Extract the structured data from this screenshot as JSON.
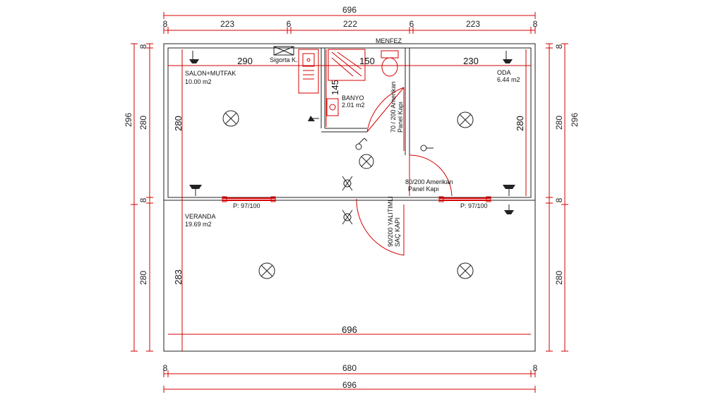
{
  "dimensions": {
    "top_total": "696",
    "top_segments": [
      "8",
      "223",
      "6",
      "222",
      "6",
      "223",
      "8"
    ],
    "bottom_segments": [
      "8",
      "680",
      "8"
    ],
    "bottom_total": "696",
    "left_total": "296",
    "left_upper": "280",
    "left_wall": "8",
    "left_lower": "280",
    "right_total": "296",
    "right_upper": "280",
    "right_wall_top": "8",
    "right_wall_mid": "8",
    "right_lower": "280"
  },
  "inner_dims": {
    "salon_width": "290",
    "salon_height": "280",
    "banyo_width": "150",
    "banyo_height": "145",
    "oda_width": "230",
    "oda_height": "280",
    "veranda_height": "283",
    "veranda_width": "696"
  },
  "rooms": {
    "salon_name": "SALON+MUTFAK",
    "salon_area": "10.00 m2",
    "banyo_name": "BANYO",
    "banyo_area": "2.01 m2",
    "oda_name": "ODA",
    "oda_area": "6.44 m2",
    "veranda_name": "VERANDA",
    "veranda_area": "19.69 m2"
  },
  "labels": {
    "menfez": "MENFEZ",
    "sigorta": "Sigorta K.",
    "window_left": "P: 97/100",
    "window_right": "P: 97/100",
    "door_banyo_1": "70 / 200 Amerikan",
    "door_banyo_2": "Panel Kapı",
    "door_oda_1": "80/200 Amerikan",
    "door_oda_2": "Panel Kapı",
    "door_main_1": "90/200 YALITIMLI",
    "door_main_2": "SAÇ KAPI"
  }
}
